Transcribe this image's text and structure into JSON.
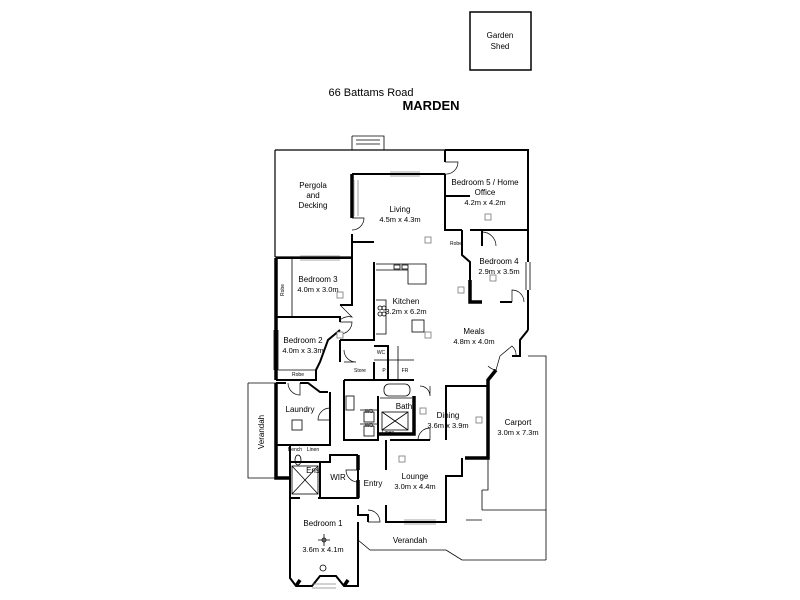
{
  "address": {
    "street": "66 Battams Road",
    "suburb": "MARDEN"
  },
  "rooms": {
    "garden_shed": {
      "name1": "Garden",
      "name2": "Shed"
    },
    "pergola": {
      "name1": "Pergola",
      "name2": "and",
      "name3": "Decking"
    },
    "living": {
      "name": "Living",
      "dim": "4.5m x 4.3m"
    },
    "bedroom5": {
      "name1": "Bedroom 5 / Home",
      "name2": "Office",
      "dim": "4.2m x 4.2m"
    },
    "bedroom4": {
      "name": "Bedroom 4",
      "dim": "2.9m x 3.5m"
    },
    "bedroom3": {
      "name": "Bedroom 3",
      "dim": "4.0m x 3.0m"
    },
    "bedroom2": {
      "name": "Bedroom 2",
      "dim": "4.0m x 3.3m"
    },
    "kitchen": {
      "name": "Kitchen",
      "dim": "3.2m x 6.2m"
    },
    "meals": {
      "name": "Meals",
      "dim": "4.8m x 4.0m"
    },
    "dining": {
      "name": "Dining",
      "dim": "3.6m x 3.9m"
    },
    "carport": {
      "name": "Carport",
      "dim": "3.0m x 7.3m"
    },
    "lounge": {
      "name": "Lounge",
      "dim": "3.0m x 4.4m"
    },
    "bedroom1": {
      "name": "Bedroom 1",
      "dim": "3.6m x 4.1m"
    },
    "laundry": {
      "name": "Laundry"
    },
    "verandah_side": {
      "name": "Verandah"
    },
    "verandah_front": {
      "name": "Verandah"
    },
    "bath": {
      "name": "Bath"
    },
    "ens": {
      "name": "Ens"
    },
    "wir": {
      "name": "WIR"
    },
    "entry": {
      "name": "Entry"
    }
  },
  "fixtures": {
    "robe_b4": "Robe",
    "robe_b3": "Robe",
    "robe_b2": "Robe",
    "store": "Store",
    "wc": "WC",
    "p": "P",
    "fr": "FR",
    "linen_bath": "Linen",
    "linen_laundry": "Linen",
    "bench": "Bench",
    "wo1": "WO",
    "wo2": "WO"
  }
}
